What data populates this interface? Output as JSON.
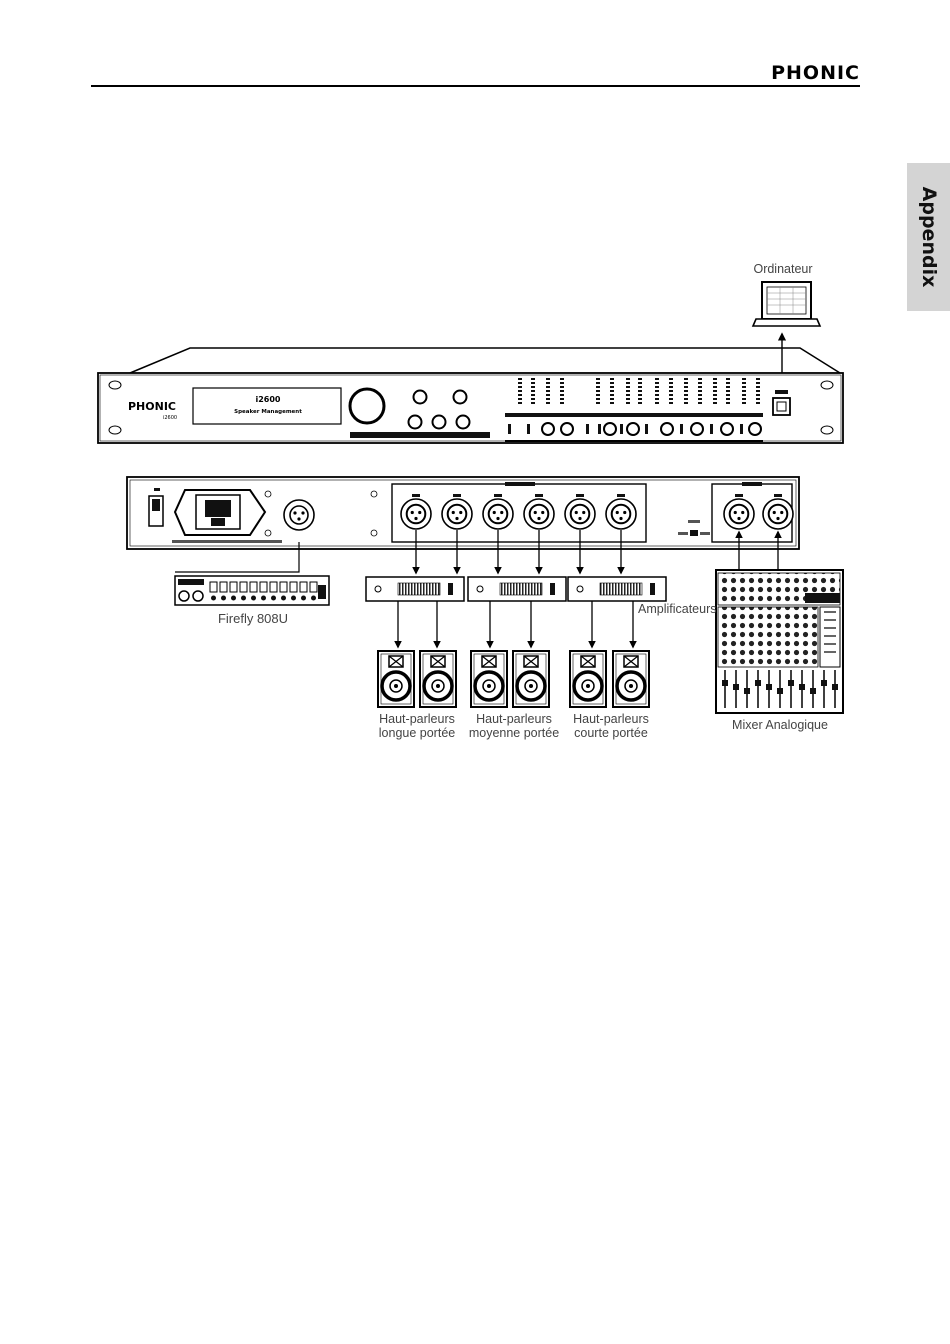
{
  "header": {
    "brand": "PHONIC"
  },
  "side_tab": {
    "label": "Appendix"
  },
  "device": {
    "front_brand": "PHONIC",
    "front_model": "i2600",
    "display_title": "i2600",
    "display_subtitle": "Speaker Management"
  },
  "labels": {
    "computer": "Ordinateur",
    "firefly": "Firefly 808U",
    "amplifiers": "Amplificateurs",
    "mixer": "Mixer Analogique",
    "speakers_long": [
      "Haut-parleurs",
      "longue portée"
    ],
    "speakers_mid": [
      "Haut-parleurs",
      "moyenne portée"
    ],
    "speakers_short": [
      "Haut-parleurs",
      "courte portée"
    ]
  }
}
